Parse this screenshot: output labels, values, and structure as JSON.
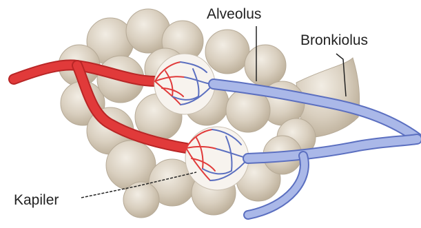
{
  "labels": {
    "alveolus": "Alveolus",
    "bronkiolus": "Bronkiolus",
    "kapiler": "Kapiler"
  },
  "colors": {
    "alveoli_fill": "#d9cfbf",
    "alveoli_highlight": "#efe9df",
    "alveoli_outline": "#b6aa97",
    "artery": "#e13a3a",
    "artery_dark": "#b82626",
    "vein": "#aab8e8",
    "vein_outline": "#5b6fc0",
    "leader_line": "#222222"
  }
}
